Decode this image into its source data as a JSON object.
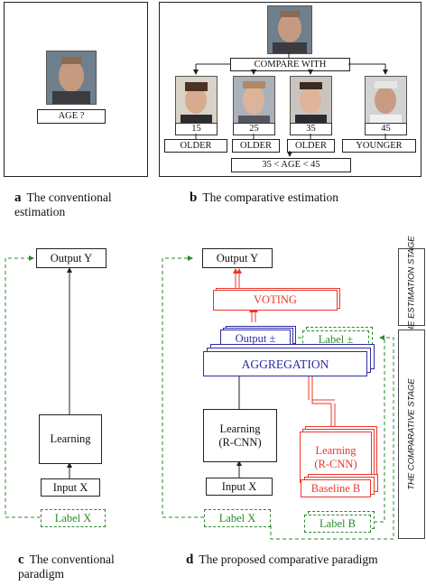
{
  "panel_a": {
    "age_question": "AGE ?",
    "caption_letter": "a",
    "caption_text": "The conventional estimation"
  },
  "panel_b": {
    "compare_with": "COMPARE WITH",
    "references": [
      {
        "age": "15",
        "relation": "OLDER"
      },
      {
        "age": "25",
        "relation": "OLDER"
      },
      {
        "age": "35",
        "relation": "OLDER"
      },
      {
        "age": "45",
        "relation": "YOUNGER"
      }
    ],
    "result": "35 < AGE < 45",
    "caption_letter": "b",
    "caption_text": "The comparative estimation"
  },
  "panel_c": {
    "output": "Output Y",
    "learning": "Learning",
    "input": "Input X",
    "label": "Label X",
    "caption_letter": "c",
    "caption_text": "The conventional paradigm"
  },
  "panel_d": {
    "output": "Output Y",
    "voting": "VOTING",
    "output_pm": "Output ±",
    "label_pm": "Label ±",
    "aggregation": "AGGREGATION",
    "learning_left_1": "Learning",
    "learning_left_2": "(R-CNN)",
    "learning_right_1": "Learning",
    "learning_right_2": "(R-CNN)",
    "input": "Input X",
    "baseline": "Baseline B",
    "label_x": "Label X",
    "label_b": "Label B",
    "caption_letter": "d",
    "caption_text": "The proposed comparative paradigm"
  },
  "stages": {
    "estimation": "THE ESTIMATION STAGE",
    "comparative": "THE COMPARATIVE STAGE"
  },
  "colors": {
    "red": "#e8382c",
    "blue": "#2c2ca8",
    "green": "#2b8a2b",
    "black": "#222222"
  }
}
